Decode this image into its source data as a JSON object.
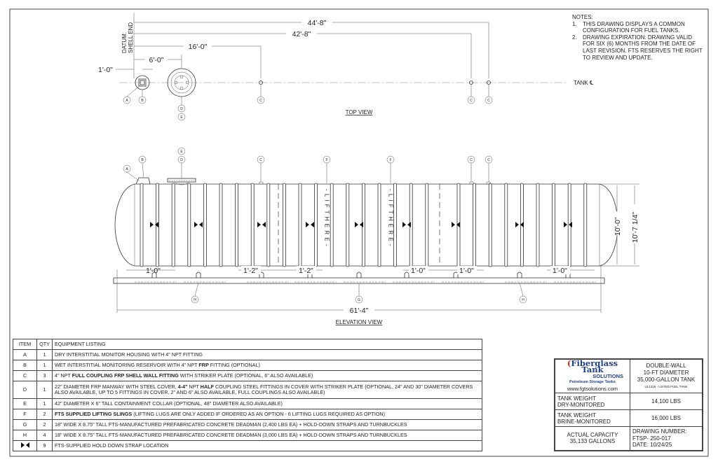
{
  "notes": {
    "title": "NOTES:",
    "items": [
      {
        "num": "1.",
        "text": "THIS DRAWING DISPLAYS A COMMON CONFIGURATION FOR FUEL TANKS."
      },
      {
        "num": "2.",
        "text": "DRAWING EXPIRATION: DRAWING VALID FOR SIX (6) MONTHS FROM THE DATE OF LAST REVISION. FTS RESERVES THE RIGHT TO REVIEW AND UPDATE."
      }
    ]
  },
  "top_view": {
    "title": "TOP VIEW",
    "datum": [
      "DATUM:",
      "SHELL END"
    ],
    "centerline_label": "TANK ℄",
    "dims": {
      "d44": "44'-8\"",
      "d42": "42'-8\"",
      "d16": "16'-0\"",
      "d6": "6'-0\"",
      "d1": "1'-0\""
    },
    "balloons": [
      "A",
      "B",
      "C",
      "D",
      "E",
      "C",
      "C"
    ]
  },
  "elevation_view": {
    "title": "ELEVATION VIEW",
    "lift_label": "- L I F T   H E R E -",
    "dims": {
      "a": "1'-0\"",
      "b": "1'-2\"",
      "c": "1'-2\"",
      "d": "1'-0\"",
      "e": "1'-0\"",
      "f": "1'-0\"",
      "overall": "61'-4\"",
      "dia": "10'-0\"",
      "height": "10'-7 1/4\""
    },
    "balloons": [
      "A",
      "B",
      "E",
      "D",
      "C",
      "F",
      "F",
      "C",
      "C",
      "H",
      "G",
      "H"
    ]
  },
  "equipment_table": {
    "headers": {
      "item": "ITEM",
      "qty": "QTY",
      "listing": "EQUIPMENT LISTING"
    },
    "rows": [
      {
        "item": "A",
        "qty": "1",
        "parts": [
          "DRY INTERSTITIAL MONITOR HOUSING WITH 4\" NPT FITTING"
        ]
      },
      {
        "item": "B",
        "qty": "1",
        "parts": [
          "WET INTERSTITIAL MONITORING RESERVOIR WITH 4\" NPT ",
          "FRP",
          " FITTING (OPTIONAL)"
        ]
      },
      {
        "item": "C",
        "qty": "3",
        "parts": [
          "4\" NPT ",
          "FULL COUPLING FRP SHELL WALL FITTING",
          " WITH STRIKER PLATE (OPTIONAL, 6\" ALSO AVAILABLE)"
        ]
      },
      {
        "item": "D",
        "qty": "1",
        "parts": [
          "22\" DIAMETER FRP MANWAY WITH STEEL COVER, ",
          "4-4\"",
          " NPT ",
          "HALF",
          " COUPLING STEEL FITTINGS IN COVER WITH STRIKER PLATE (OPTIONAL, 24\" AND 30\" DIAMETER COVERS ALSO AVAILABLE, UP TO 5 FITTINGS IN COVER, 2\" AND 6\" ALSO AVAILABLE, FULL COUPLINGS ALSO AVAILABLE)"
        ]
      },
      {
        "item": "E",
        "qty": "1",
        "parts": [
          "42\" DIAMETER X 6\" TALL CONTAINMENT COLLAR (OPTIONAL, 48\" DIAMETER ALSO AVAILABLE)"
        ]
      },
      {
        "item": "F",
        "qty": "2",
        "parts": [
          "FTS SUPPLIED LIFTING SLINGS",
          " (LIFTING LUGS ARE ONLY ADDED IF ORDERED AS AN OPTION - 6 LIFTING LUGS REQUIRED AS OPTION)"
        ]
      },
      {
        "item": "G",
        "qty": "2",
        "parts": [
          "18\" WIDE X 8.75\" TALL FTS-MANUFACTURED PREFABRICATED CONCRETE DEADMAN (2,400 LBS EA) + HOLD-DOWN STRAPS AND TURNBUCKLES"
        ]
      },
      {
        "item": "H",
        "qty": "4",
        "parts": [
          "18\" WIDE X 8.75\" TALL FTS-MANUFACTURED PREFABRICATED CONCRETE DEADMAN (3,000 LBS EA) + HOLD-DOWN STRAPS AND TURNBUCKLES"
        ]
      },
      {
        "item": "",
        "item_icon": "hold-down-strap-symbol",
        "qty": "9",
        "parts": [
          "FTS-SUPPLIED HOLD DOWN STRAP LOCATION"
        ]
      }
    ]
  },
  "title_block": {
    "logo": {
      "name": "Fiberglass Tank",
      "sub": "SOLUTIONS",
      "tagline": "Petroleum Storage Tanks",
      "url": "www.fgtsolutions.com",
      "colors": {
        "red": "#c0272d",
        "blue": "#1f3f8f"
      }
    },
    "desc": [
      "DOUBLE-WALL",
      "10-FT DIAMETER",
      "35,000-GALLON TANK",
      "UL1316 - LISTED FUEL TANK"
    ],
    "dry_label": [
      "TANK WEIGHT",
      "DRY-MONITORED"
    ],
    "dry_value": "14,100 LBS",
    "brine_label": [
      "TANK WEIGHT",
      "BRINE-MONITORED"
    ],
    "brine_value": "16,000 LBS",
    "capacity": [
      "ACTUAL CAPACITY",
      "35,133 GALLONS"
    ],
    "drawing": [
      "DRAWING NUMBER:",
      "FTSP- 250-017",
      "DATE: 10/24/25"
    ]
  }
}
